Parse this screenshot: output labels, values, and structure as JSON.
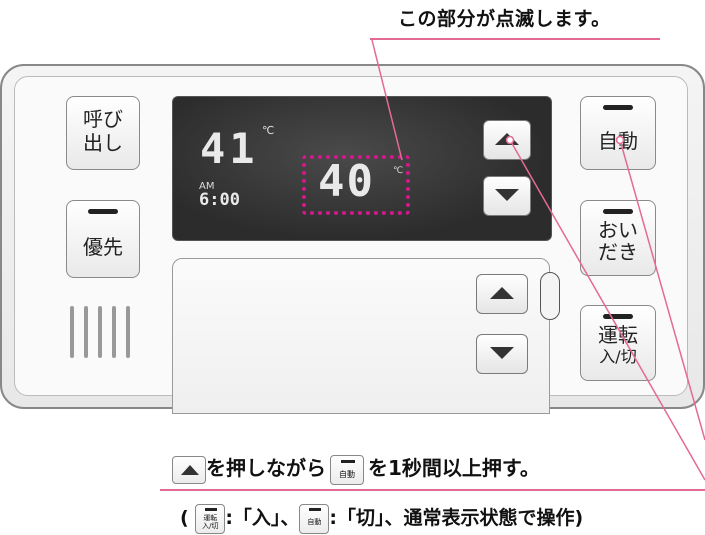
{
  "callout_top": "この部分が点滅します。",
  "left_buttons": {
    "call": {
      "line1": "呼び",
      "line2": "出し"
    },
    "priority": "優先"
  },
  "display": {
    "current_temp": "41",
    "temp_unit": "℃",
    "am": "AM",
    "time": "6:00",
    "set_temp": "40",
    "set_unit": "℃"
  },
  "right_buttons": {
    "auto": "自動",
    "reheat": {
      "line1": "おい",
      "line2": "だき"
    },
    "power": {
      "line1": "運転",
      "line2": "入/切"
    }
  },
  "instruction": {
    "part1": "を押しながら",
    "part2": "を1秒間以上押す。",
    "mini_auto": "自動"
  },
  "subnote": {
    "open": "(",
    "mini_power_1": "運転",
    "mini_power_2": "入/切",
    "text1": ":「入」、",
    "mini_auto": "自動",
    "text2": ":「切」、通常表示状態で操作)"
  },
  "colors": {
    "accent": "#e46a96",
    "blink": "#d01a8a"
  }
}
